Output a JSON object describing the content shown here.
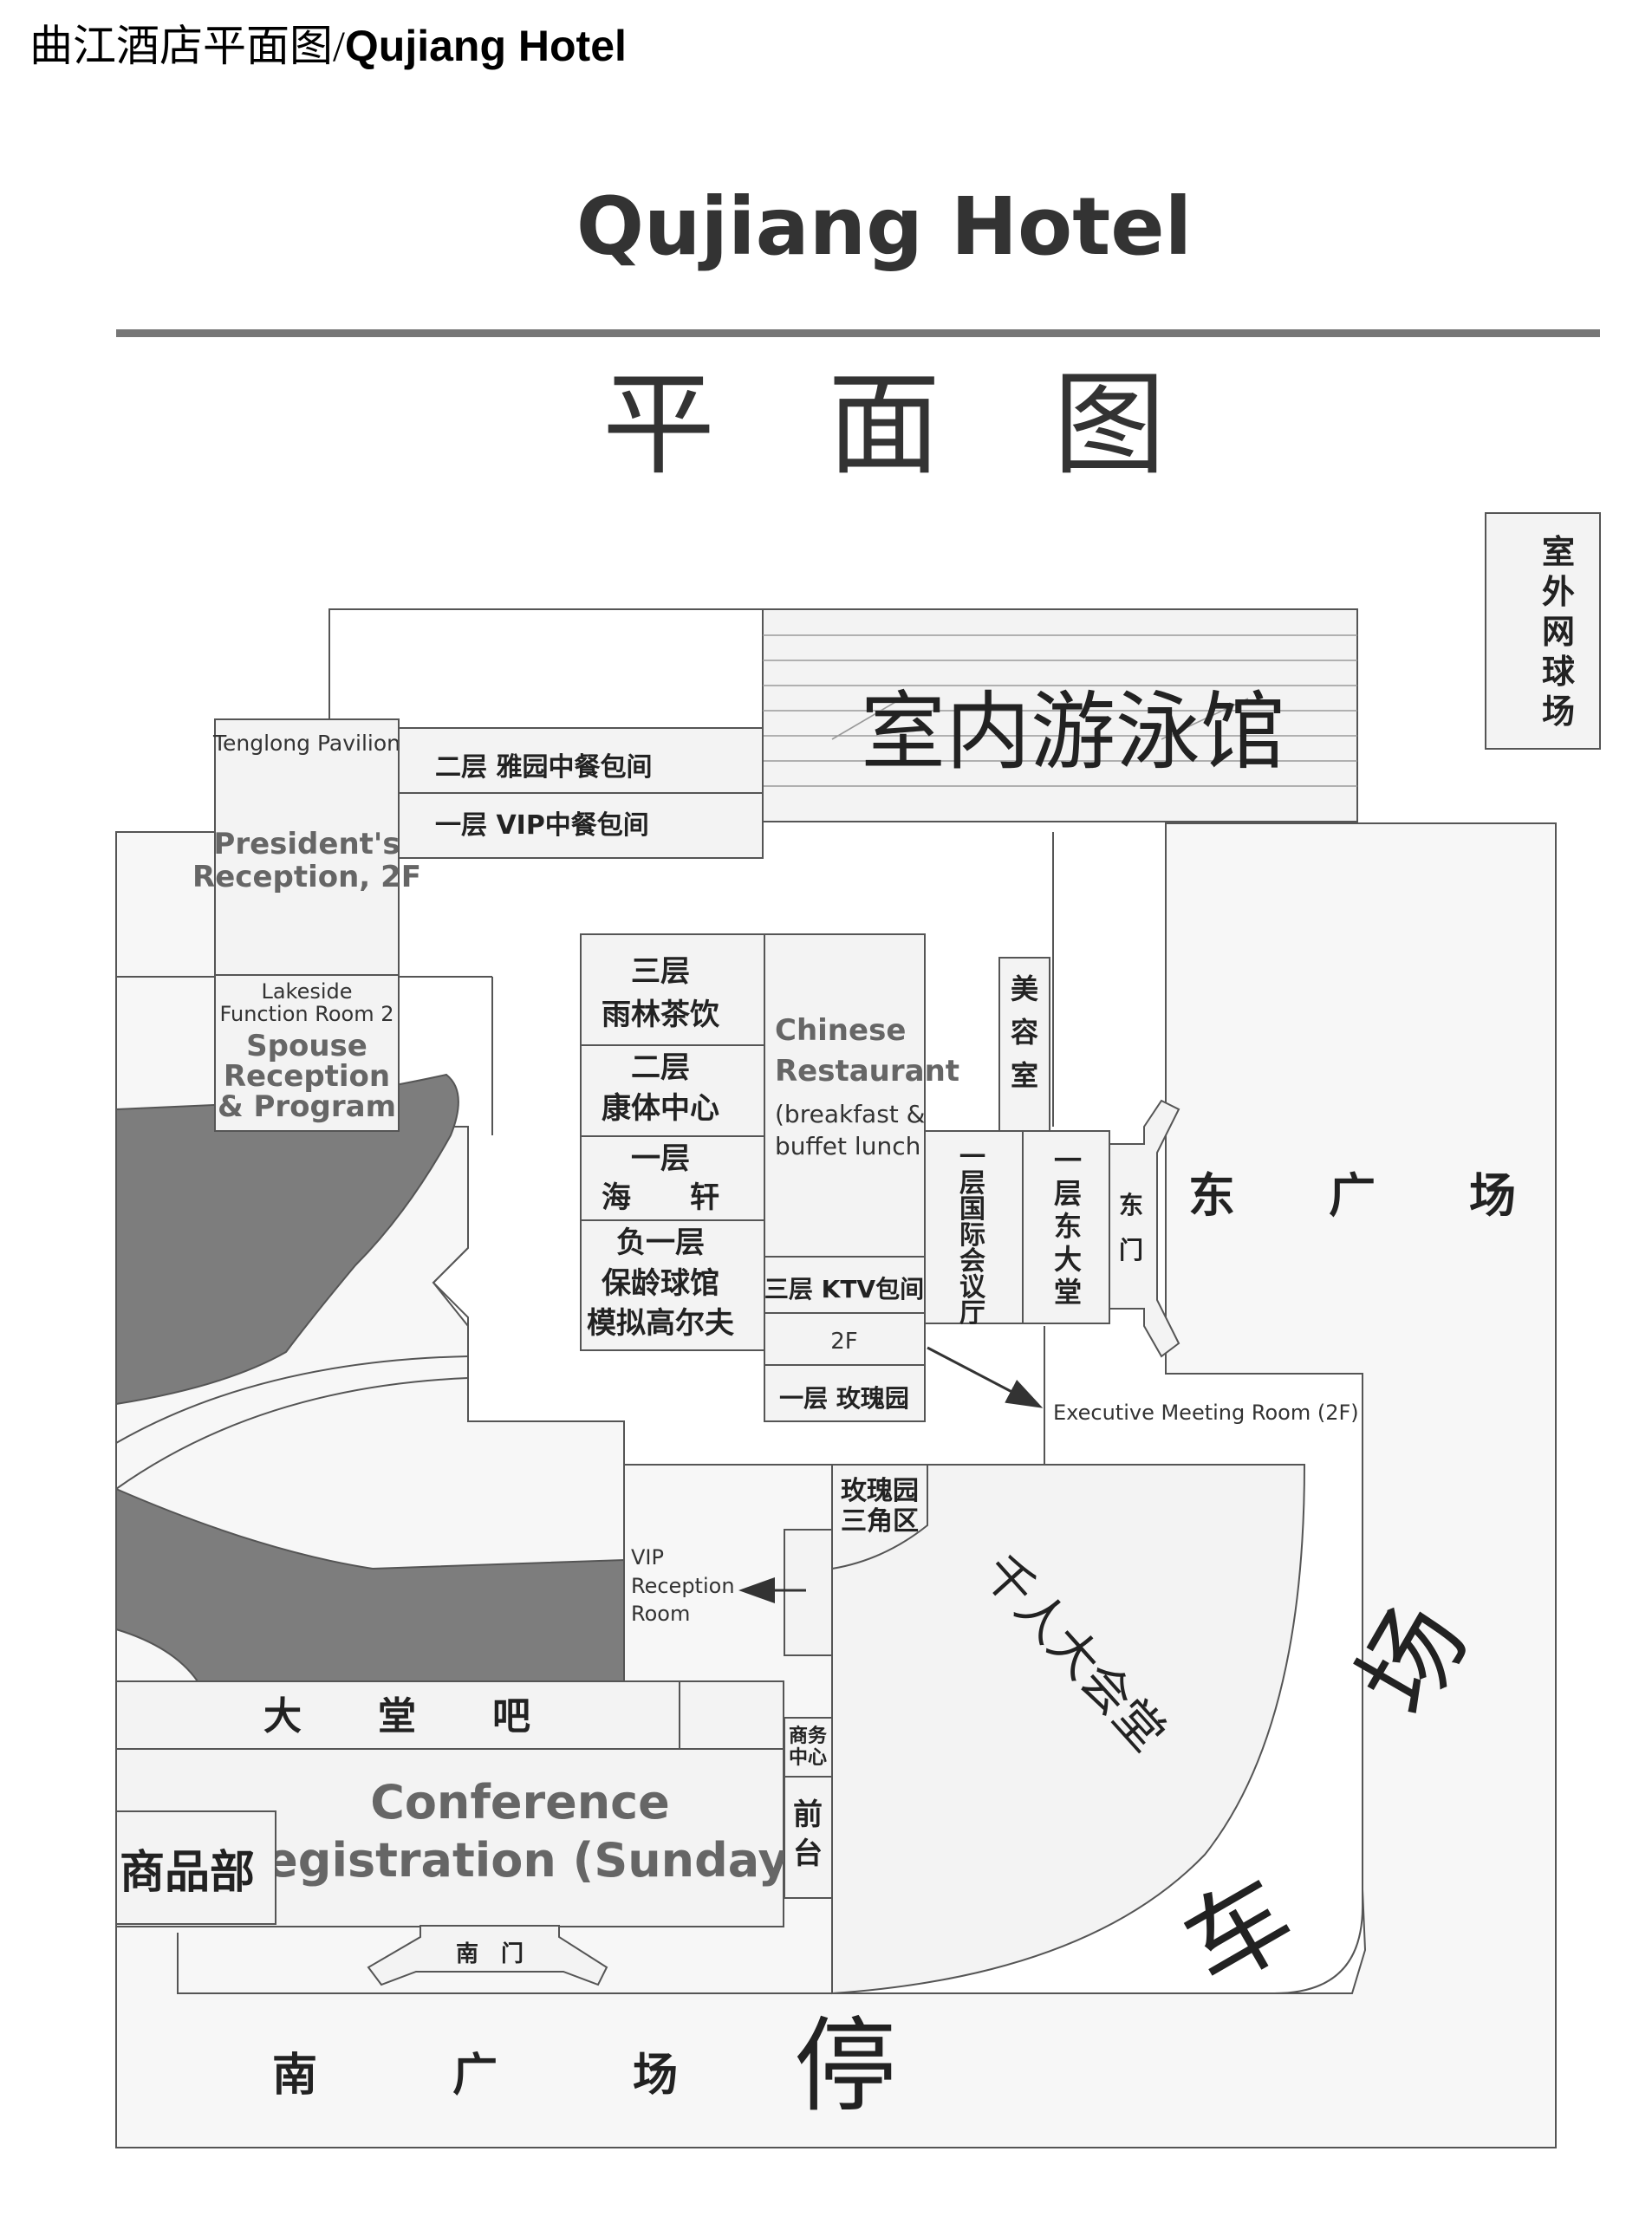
{
  "page": {
    "caption_cn": "曲江酒店平面图/",
    "caption_en": "Qujiang Hotel"
  },
  "map": {
    "title": "Qujiang Hotel",
    "subtitle": "平　面　图",
    "areas": {
      "outdoor_tennis": "室外网球场",
      "indoor_pool": "室内游泳馆",
      "tenglong_pavilion": "Tenglong Pavilion",
      "presidents_reception": [
        "President's",
        "Reception, 2F"
      ],
      "yayuan_2f": "二层 雅园中餐包间",
      "vip_1f": "一层 VIP中餐包间",
      "lakeside_function": [
        "Lakeside",
        "Function Room 2"
      ],
      "spouse_reception": [
        "Spouse",
        "Reception",
        "& Program"
      ],
      "tea_3f": [
        "三层",
        "雨林茶饮"
      ],
      "leisure_2f": [
        "二层",
        "康体中心"
      ],
      "haiyixuan": [
        "一层",
        "海　　轩"
      ],
      "bowling_b1": [
        "负一层",
        "保龄球馆",
        "模拟高尔夫"
      ],
      "chinese_restaurant": [
        "Chinese",
        "Restaurant",
        "(breakfast &",
        "buffet lunch"
      ],
      "ktv_3f": "三层 KTV包间",
      "floor_2f": "2F",
      "rose_garden_1f": "一层 玫瑰园",
      "beauty_salon": "美容室",
      "intl_conference_1f": "一层国际会议厅",
      "east_lobby_1f": "一层东大堂",
      "east_gate": "东门",
      "east_plaza": "东　　广　　场",
      "executive_meeting": "Executive Meeting Room (2F)",
      "rose_triangle": [
        "玫瑰园",
        "三角区"
      ],
      "grand_hall": "千人大会堂",
      "vip_reception": [
        "VIP",
        "Reception",
        "Room"
      ],
      "lobby_bar": "大　　堂　　吧",
      "business_center": [
        "商务",
        "中心"
      ],
      "front_desk": "前台",
      "conference_registration": [
        "Conference",
        "Registration (Sunday)"
      ],
      "shop": "商品部",
      "south_gate": "南　门",
      "south_plaza": "南　　　广　　　场",
      "parking": [
        "停",
        "车",
        "场"
      ]
    }
  }
}
